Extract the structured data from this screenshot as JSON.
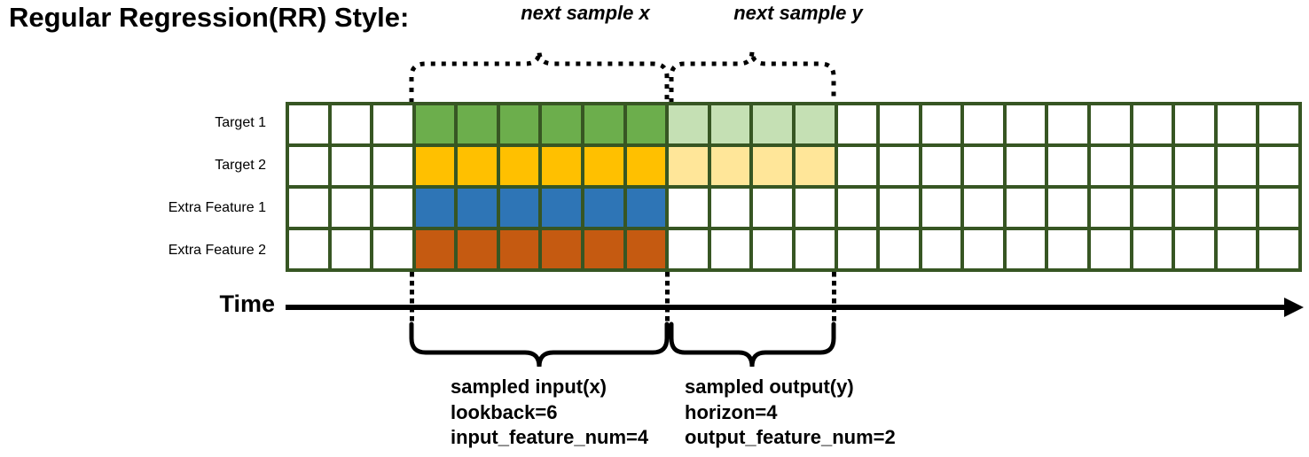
{
  "title": "Regular Regression(RR) Style:",
  "rows": [
    {
      "label": "Target 1",
      "name": "target-1"
    },
    {
      "label": "Target 2",
      "name": "target-2"
    },
    {
      "label": "Extra Feature 1",
      "name": "extra-feature-1"
    },
    {
      "label": "Extra Feature 2",
      "name": "extra-feature-2"
    }
  ],
  "grid": {
    "total_columns": 24,
    "total_rows": 4,
    "input_start_col": 4,
    "input_end_col": 9,
    "output_start_col": 10,
    "output_end_col": 13,
    "fills": [
      [
        "white",
        "white",
        "white",
        "green",
        "green",
        "green",
        "green",
        "green",
        "green",
        "green-light",
        "green-light",
        "green-light",
        "green-light",
        "white",
        "white",
        "white",
        "white",
        "white",
        "white",
        "white",
        "white",
        "white",
        "white",
        "white"
      ],
      [
        "white",
        "white",
        "white",
        "yellow",
        "yellow",
        "yellow",
        "yellow",
        "yellow",
        "yellow",
        "yellow-light",
        "yellow-light",
        "yellow-light",
        "yellow-light",
        "white",
        "white",
        "white",
        "white",
        "white",
        "white",
        "white",
        "white",
        "white",
        "white",
        "white"
      ],
      [
        "white",
        "white",
        "white",
        "blue",
        "blue",
        "blue",
        "blue",
        "blue",
        "blue",
        "white",
        "white",
        "white",
        "white",
        "white",
        "white",
        "white",
        "white",
        "white",
        "white",
        "white",
        "white",
        "white",
        "white",
        "white"
      ],
      [
        "white",
        "white",
        "white",
        "orange",
        "orange",
        "orange",
        "orange",
        "orange",
        "orange",
        "white",
        "white",
        "white",
        "white",
        "white",
        "white",
        "white",
        "white",
        "white",
        "white",
        "white",
        "white",
        "white",
        "white",
        "white"
      ]
    ]
  },
  "colors": {
    "grid_border": "#375623",
    "white": "#ffffff",
    "green": "#6CAE4C",
    "green-light": "#C5E0B4",
    "yellow": "#FFC000",
    "yellow-light": "#FFE699",
    "blue": "#2E75B6",
    "orange": "#C55A11",
    "ink": "#000000"
  },
  "time_axis": {
    "label": "Time",
    "arrow": "arrow-right"
  },
  "top_annotations": [
    {
      "caption": "next sample x",
      "name": "next-sample-x"
    },
    {
      "caption": "next sample y",
      "name": "next-sample-y"
    }
  ],
  "bottom_annotations": [
    {
      "name": "sampled-input",
      "lines": [
        "sampled input(x)",
        "lookback=6",
        "input_feature_num=4"
      ]
    },
    {
      "name": "sampled-output",
      "lines": [
        "sampled output(y)",
        "horizon=4",
        "output_feature_num=2"
      ]
    }
  ]
}
